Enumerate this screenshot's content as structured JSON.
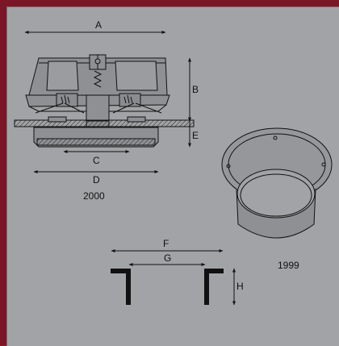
{
  "dimension_labels": {
    "A": "A",
    "B": "B",
    "C": "C",
    "D": "D",
    "E": "E",
    "F": "F",
    "G": "G",
    "H": "H"
  },
  "captions": {
    "upper": "2000",
    "lower": "1999"
  },
  "colors": {
    "frame": "#7a1626",
    "canvas": "#a2a3a6",
    "line": "#111111",
    "body_fill": "#8e9093"
  }
}
